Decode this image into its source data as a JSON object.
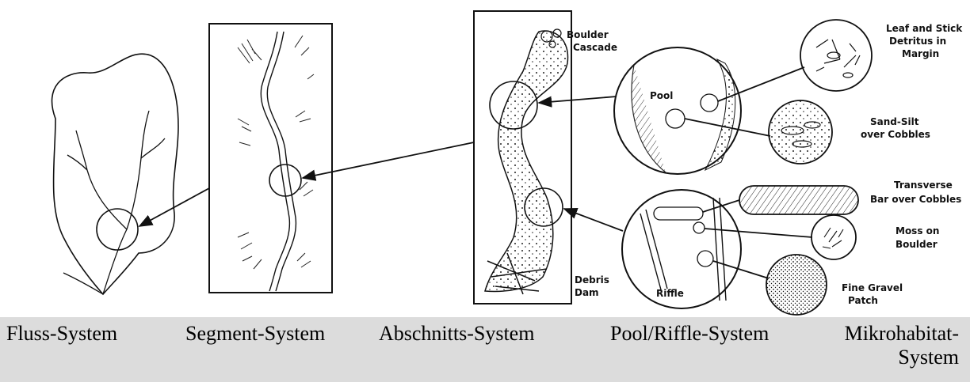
{
  "diagram": {
    "labels": {
      "boulder_cascade": [
        "Boulder",
        "Cascade"
      ],
      "debris_dam": [
        "Debris",
        "Dam"
      ],
      "pool": "Pool",
      "riffle": "Riffle",
      "leaf_stick": [
        "Leaf and Stick",
        "Detritus in",
        "Margin"
      ],
      "sand_silt": [
        "Sand-Silt",
        "over Cobbles"
      ],
      "transverse_bar": [
        "Transverse",
        "Bar over Cobbles"
      ],
      "moss": [
        "Moss on",
        "Boulder"
      ],
      "fine_gravel": [
        "Fine Gravel",
        "Patch"
      ]
    }
  },
  "captions": {
    "fluss": "Fluss-System",
    "segment": "Segment-System",
    "abschnitt": "Abschnitts-System",
    "pool_riffle": "Pool/Riffle-System",
    "mikro_line1": "Mikrohabitat-",
    "mikro_line2": "System"
  },
  "colors": {
    "ink": "#111111",
    "caption_bg": "#dcdcdc"
  }
}
